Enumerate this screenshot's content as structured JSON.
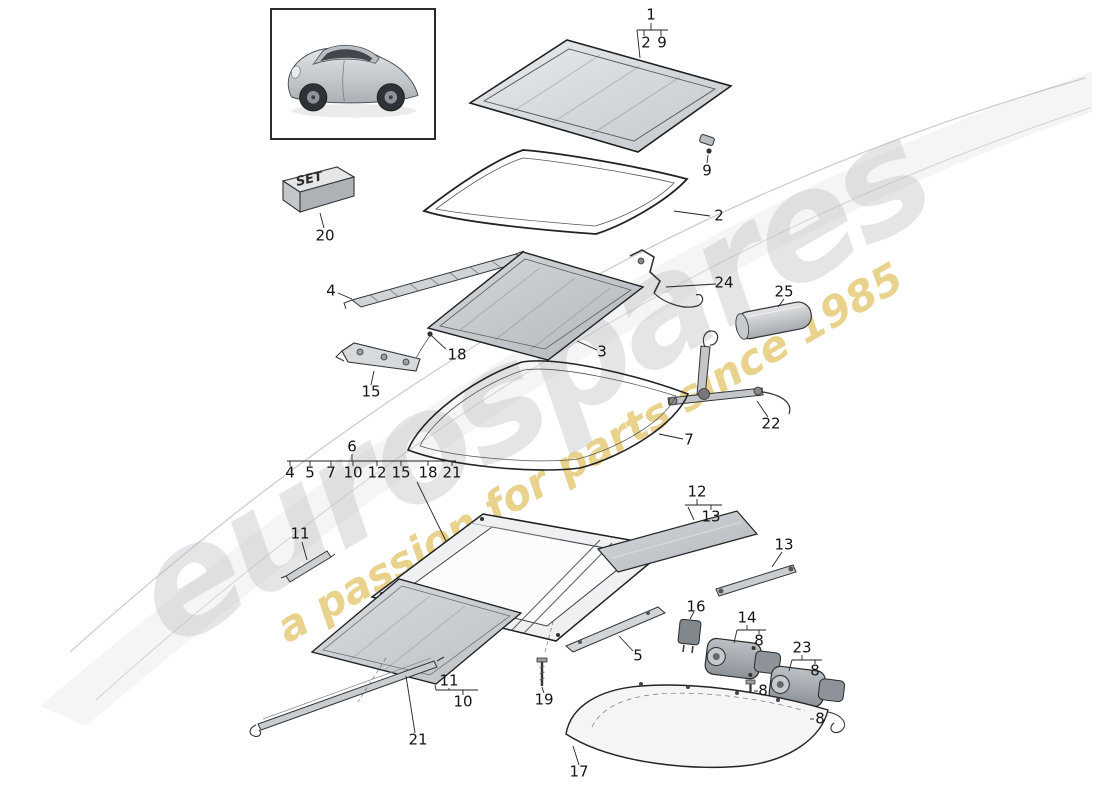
{
  "watermark": {
    "brand": "eurospares",
    "tagline": "a passion for parts since 1985"
  },
  "set_box": {
    "label": "SET"
  },
  "callouts": {
    "c1": "1",
    "c1_2": "2",
    "c1_9": "9",
    "c9": "9",
    "c2": "2",
    "c20": "20",
    "c24": "24",
    "c25": "25",
    "c4": "4",
    "c3": "3",
    "c18": "18",
    "c15": "15",
    "c22": "22",
    "c7": "7",
    "c6": "6",
    "c6_list": [
      "4",
      "5",
      "7",
      "10",
      "12",
      "15",
      "18",
      "21"
    ],
    "c11_upper": "11",
    "c12": "12",
    "c12_13": "13",
    "c13": "13",
    "c16": "16",
    "c14": "14",
    "c14_8": "8",
    "c8_a": "8",
    "c23": "23",
    "c23_8": "8",
    "c8_b": "8",
    "c5": "5",
    "c11_lower": "11",
    "c10": "10",
    "c19": "19",
    "c21": "21",
    "c17": "17"
  },
  "colors": {
    "line": "#222222",
    "watermark_gray": "#b7bbc0",
    "watermark_gold": "#dab63f"
  }
}
